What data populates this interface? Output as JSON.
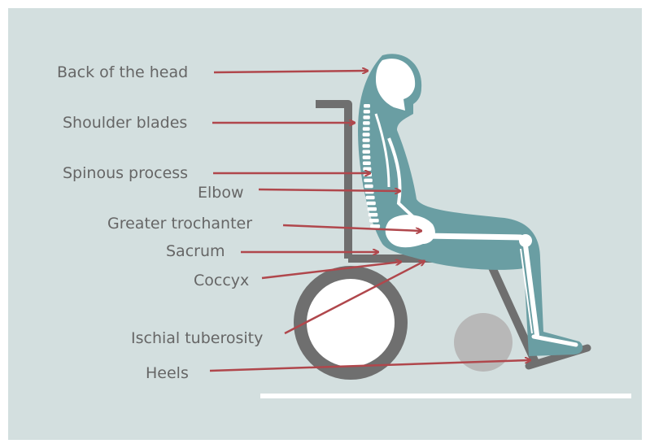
{
  "labels": {
    "back_of_head": "Back of the head",
    "shoulder_blades": "Shoulder blades",
    "spinous_process": "Spinous process",
    "elbow": "Elbow",
    "greater_trochanter": "Greater trochanter",
    "sacrum": "Sacrum",
    "coccyx": "Coccyx",
    "ischial_tuberosity": "Ischial tuberosity",
    "heels": "Heels"
  },
  "colors": {
    "background": "#d3dfdf",
    "body": "#6a9ea3",
    "bone": "#ffffff",
    "chair": "#6f6f6f",
    "arrow": "#b0474c",
    "label": "#666666",
    "cushion": "#b8b8b8",
    "floor": "#ffffff"
  }
}
